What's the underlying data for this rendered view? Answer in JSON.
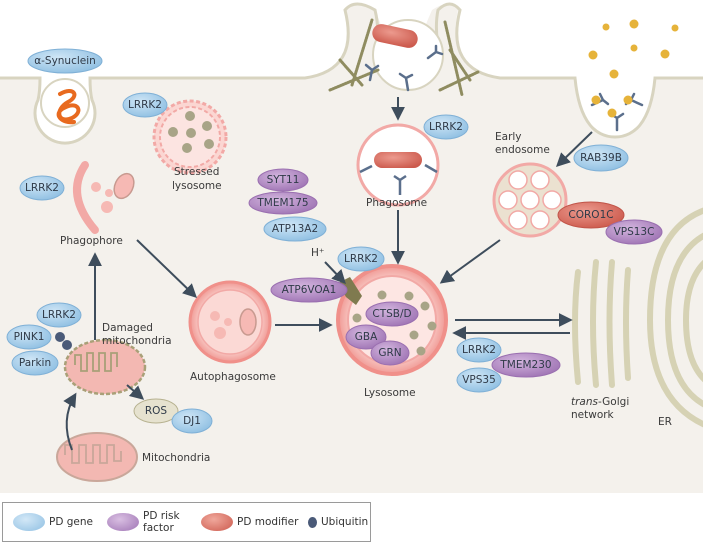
{
  "figure": {
    "colors": {
      "cytoplasm": "#f4f1ec",
      "membrane": "#d8d4c0",
      "pd_gene": "#a8cfea",
      "pd_risk_factor": "#b48cc4",
      "pd_modifier": "#d96b5e",
      "ubiquitin": "#4a5a78",
      "arrow": "#3e4d5c",
      "organelle_pink": "#f2a9a6",
      "golgi": "#d6d2b4",
      "cargo": "#e6b33a",
      "receptor": "#5b6f8c",
      "alpha_syn": "#e86a1f"
    },
    "proteins": {
      "alpha_synuclein": "α-Synuclein",
      "lrrk2_stressed": "LRRK2",
      "lrrk2_phagophore": "LRRK2",
      "lrrk2_phagosome": "LRRK2",
      "lrrk2_mito": "LRRK2",
      "lrrk2_lysosome": "LRRK2",
      "lrrk2_golgi": "LRRK2",
      "pink1": "PINK1",
      "parkin": "Parkin",
      "dj1": "DJ1",
      "ros": "ROS",
      "syt11": "SYT11",
      "tmem175": "TMEM175",
      "atp13a2": "ATP13A2",
      "atp6voa1": "ATP6VOA1",
      "ctsbd": "CTSB/D",
      "gba": "GBA",
      "grn": "GRN",
      "rab39b": "RAB39B",
      "coro1c": "CORO1C",
      "vps13c": "VPS13C",
      "vps35": "VPS35",
      "tmem230": "TMEM230"
    },
    "labels": {
      "stressed_lysosome": [
        "Stressed",
        "lysosome"
      ],
      "phagophore": "Phagophore",
      "phagosome": "Phagosome",
      "early_endosome": [
        "Early",
        "endosome"
      ],
      "damaged_mito": [
        "Damaged",
        "mitochondria"
      ],
      "autophagosome": "Autophagosome",
      "lysosome": "Lysosome",
      "mitochondria": "Mitochondria",
      "tgn_italic": "trans",
      "tgn_rest": "-Golgi",
      "tgn_line2": "network",
      "er": "ER",
      "proton": "H⁺"
    }
  },
  "legend": {
    "items": [
      {
        "label": "PD gene",
        "color": "#a8cfea"
      },
      {
        "label_line1": "PD risk",
        "label_line2": "factor",
        "color": "#b48cc4"
      },
      {
        "label": "PD modifier",
        "color": "#d96b5e"
      },
      {
        "label": "Ubiquitin",
        "color": "#4a5a78"
      }
    ]
  }
}
